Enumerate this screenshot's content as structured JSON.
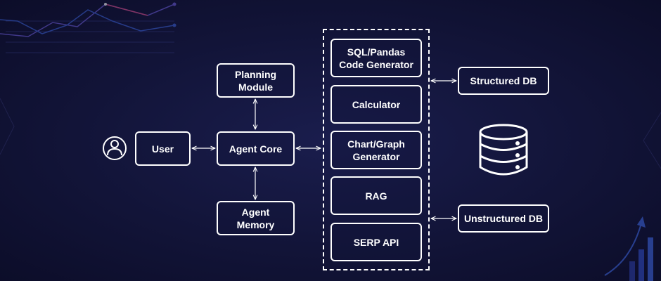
{
  "colors": {
    "background": "#121438",
    "line": "#ffffff",
    "accent_pink": "#e0508a",
    "accent_purple": "#6b5bd6",
    "accent_blue": "#3a5fd1"
  },
  "icons": {
    "user": "user-icon",
    "database": "database-icon"
  },
  "nodes": {
    "user": "User",
    "agent_core": "Agent Core",
    "planning_module": "Planning\nModule",
    "agent_memory": "Agent\nMemory",
    "structured_db": "Structured DB",
    "unstructured_db": "Unstructured DB"
  },
  "tools": [
    "SQL/Pandas\nCode Generator",
    "Calculator",
    "Chart/Graph\nGenerator",
    "RAG",
    "SERP API"
  ]
}
